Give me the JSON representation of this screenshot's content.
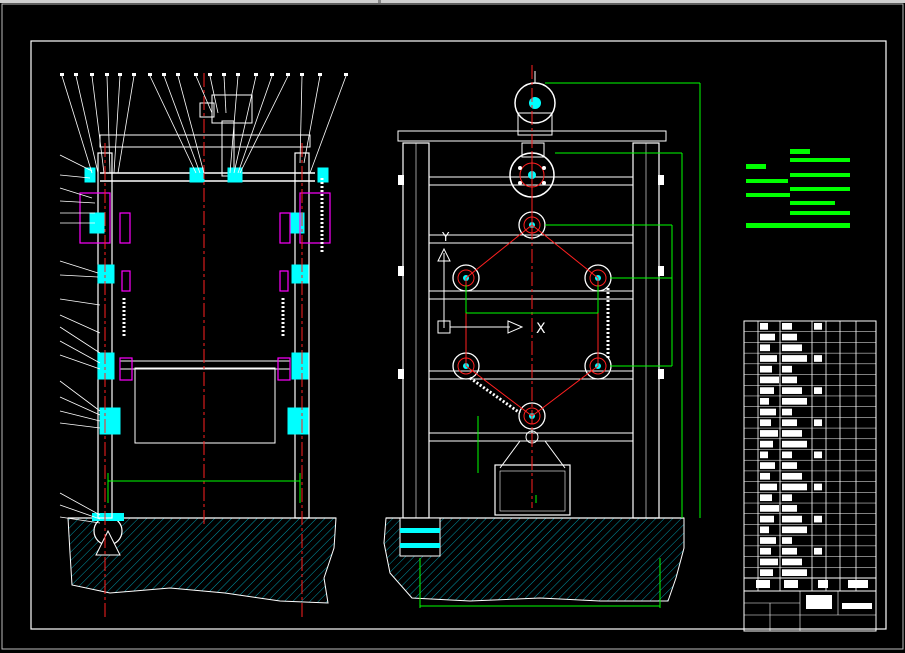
{
  "window": {
    "title": ""
  },
  "colors": {
    "background": "#000000",
    "frame": "#ffffff",
    "structure": "#ffffff",
    "dimension": "#00ff00",
    "centerline": "#ff2020",
    "accent": "#00ffff",
    "hatch": "#0099aa",
    "component": "#ff00ff"
  },
  "left_view": {
    "name": "side-elevation"
  },
  "right_view": {
    "name": "front-elevation",
    "axis_y_label": "Y",
    "axis_x_label": "X"
  },
  "title_block": {
    "rows": 24
  },
  "technical_notes": {
    "lines": 8
  }
}
